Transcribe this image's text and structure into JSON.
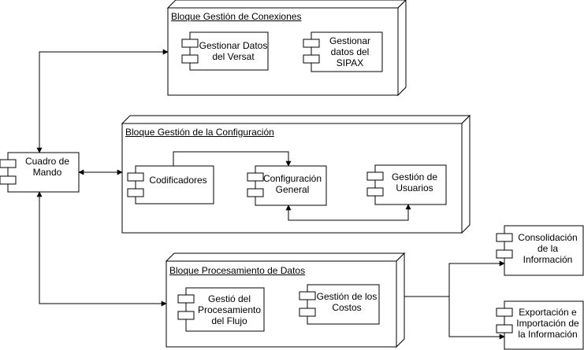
{
  "blocks": {
    "conexiones": {
      "title": "Bloque Gestión de Conexiones"
    },
    "configuracion": {
      "title": "Bloque Gestión de la Configuración"
    },
    "procesamiento": {
      "title": "Bloque Procesamiento de Datos"
    }
  },
  "components": {
    "cuadro_mando": "Cuadro de Mando",
    "versat": "Gestionar Datos del Versat",
    "sipax": "Gestionar datos del SIPAX",
    "codificadores": "Codificadores",
    "config_general": "Configuración General",
    "usuarios": "Gestión de Usuarios",
    "flujo": "Gestió del Procesamiento del Flujo",
    "costos": "Gestión de los Costos",
    "consolidacion": "Consolidación de la Información",
    "exportacion": "Exportación e Importación de la Información"
  }
}
